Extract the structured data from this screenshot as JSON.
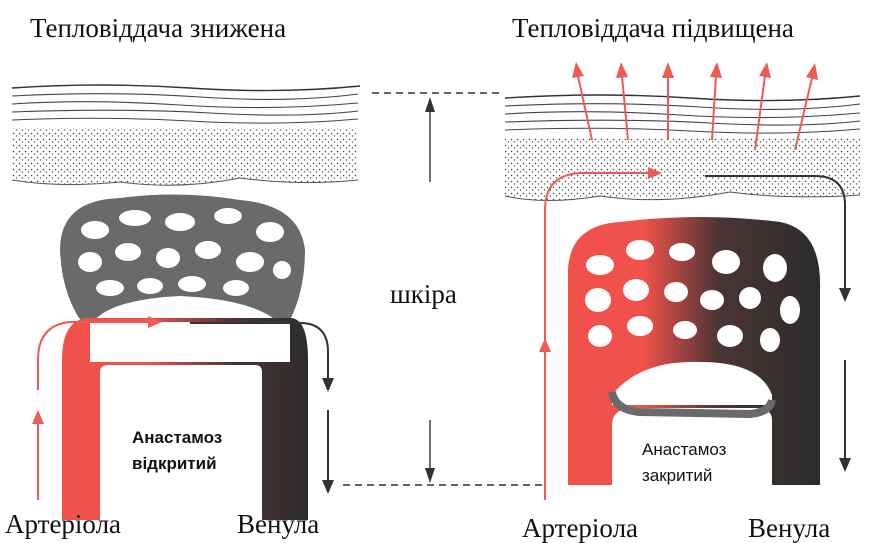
{
  "left_panel": {
    "title": "Тепловіддача знижена",
    "anastomosis_line1": "Анастамоз",
    "anastomosis_line2": "відкритий",
    "arteriole_label": "Артеріола",
    "venule_label": "Венула"
  },
  "right_panel": {
    "title": "Тепловіддача підвищена",
    "anastomosis_line1": "Анастамоз",
    "anastomosis_line2": "закритий",
    "arteriole_label": "Артеріола",
    "venule_label": "Венула"
  },
  "center": {
    "skin_label": "шкіра"
  },
  "colors": {
    "arterial": "#f0524b",
    "venous": "#2c2c2c",
    "capillary_gray": "#6a6a6a",
    "arrow_red": "#ee5a55"
  }
}
